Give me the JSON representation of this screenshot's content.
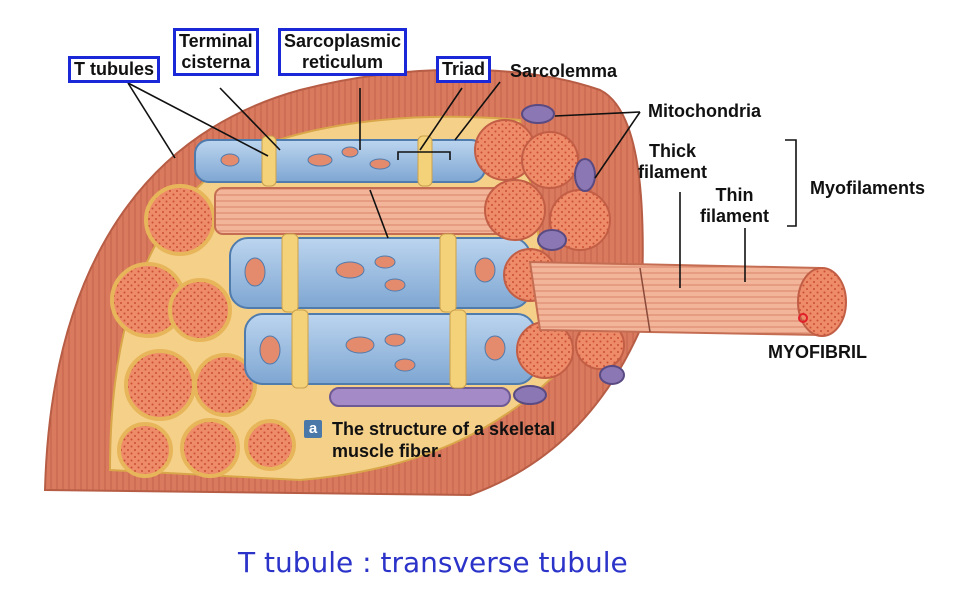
{
  "labels": {
    "t_tubules": "T tubules",
    "terminal_cisterna": [
      "Terminal",
      "cisterna"
    ],
    "sarcoplasmic_reticulum": [
      "Sarcoplasmic",
      "reticulum"
    ],
    "triad": "Triad",
    "sarcolemma": "Sarcolemma",
    "mitochondria": "Mitochondria",
    "thick_filament": [
      "Thick",
      "filament"
    ],
    "thin_filament": [
      "Thin",
      "filament"
    ],
    "myofilaments": "Myofilaments",
    "myofibril": "MYOFIBRIL"
  },
  "caption": {
    "badge": "a",
    "lines": [
      "The structure of a skeletal",
      "muscle fiber."
    ]
  },
  "footer_note": "T tubule : transverse tubule",
  "colors": {
    "highlight_box": "#1a28d8",
    "footer_text": "#2b33c9",
    "fiber_orange": "#e4896b",
    "sarcoplasmic_blue": "#8fb3da",
    "t_tubule_yellow": "#f4d27a",
    "mitochondria_purple": "#8a77b3"
  }
}
